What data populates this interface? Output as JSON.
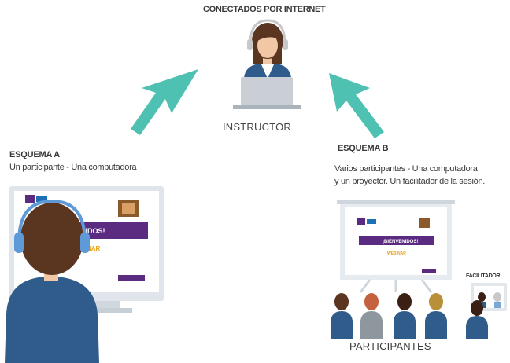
{
  "header": {
    "title": "CONECTADOS POR INTERNET"
  },
  "instructor": {
    "label": "INSTRUCTOR"
  },
  "scheme_a": {
    "title": "ESQUEMA A",
    "description": "Un participante - Una computadora",
    "screen_banner": "NIDOS!",
    "screen_subtitle": "NAR"
  },
  "scheme_b": {
    "title": "ESQUEMA B",
    "description_line1": "Varios participantes - Una computadora",
    "description_line2": "y un proyector. Un facilitador de la sesión.",
    "screen_banner": "¡BIENVENIDOS!",
    "screen_subtitle": "WEBINAR"
  },
  "participants": {
    "label": "PARTICIPANTES"
  },
  "facilitator": {
    "label": "FACILITADOR"
  },
  "colors": {
    "arrow": "#4fc1b2",
    "monitor": "#dfe5ea",
    "banner": "#5b2b82",
    "subtitle": "#e8a21b",
    "shirt": "#2f5c8a",
    "hair_brown": "#5a3621",
    "skin": "#f2c7a5"
  }
}
